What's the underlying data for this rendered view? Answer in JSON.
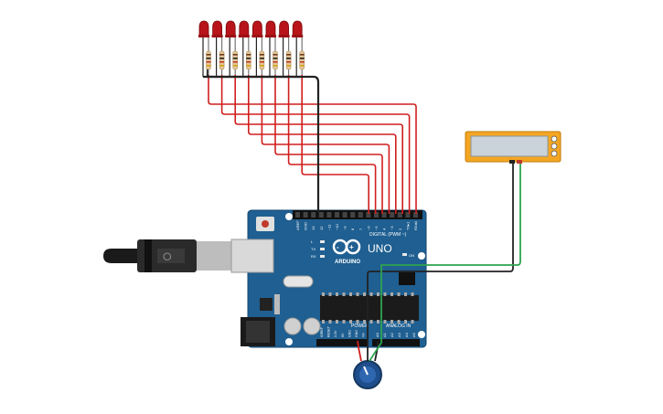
{
  "board": {
    "brand": "ARDUINO",
    "model": "UNO",
    "digital_header": "DIGITAL (PWM ~)",
    "power_label": "POWER",
    "analog_label": "ANALOG IN",
    "on_label": "ON",
    "led_labels": [
      "L",
      "TX",
      "RX"
    ],
    "top_pins": [
      "AREF",
      "GND",
      "13",
      "12",
      "~11",
      "~10",
      "~9",
      "8",
      "7",
      "~6",
      "~5",
      "4",
      "~3",
      "2",
      "TX▸1",
      "RX◂0"
    ],
    "power_pins": [
      "IOREF",
      "RESET",
      "3.3V",
      "5V",
      "GND",
      "GND",
      "Vin"
    ],
    "analog_pins": [
      "A0",
      "A1",
      "A2",
      "A3",
      "A4",
      "A5"
    ]
  },
  "components": {
    "led_count": 8,
    "resistor_count": 8
  },
  "colors": {
    "board": "#1f5f91",
    "wire_red": "#d11e1e",
    "wire_black": "#222222",
    "wire_green": "#2ea44f",
    "led": "#b8141a",
    "meter": "#f4a623"
  }
}
